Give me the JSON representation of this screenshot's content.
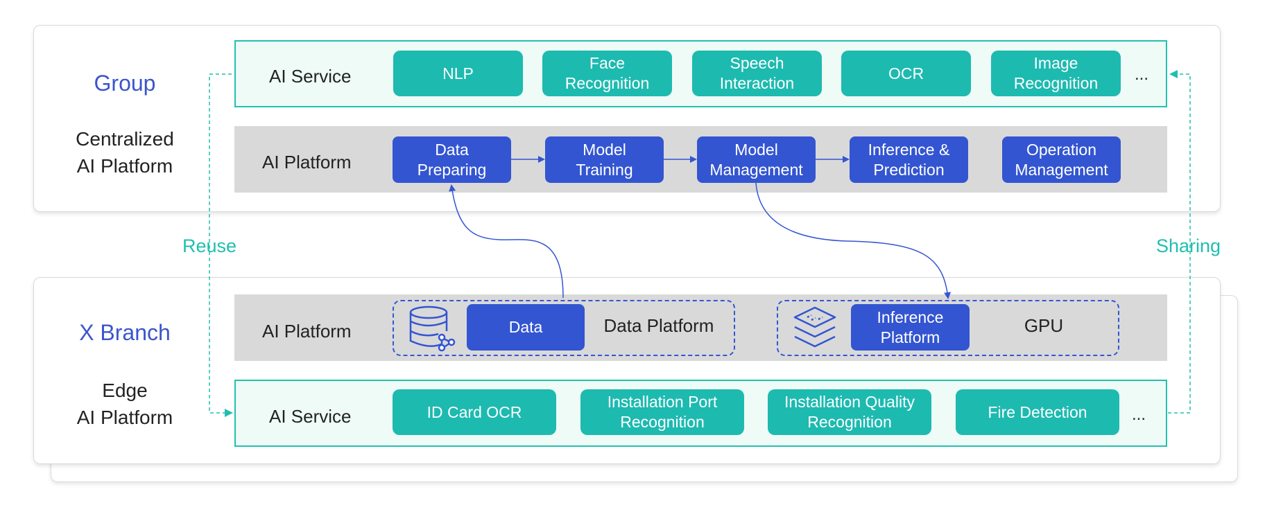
{
  "group": {
    "title": "Group",
    "subtitle": "Centralized\nAI Platform",
    "ai_service": {
      "label": "AI Service",
      "items": [
        "NLP",
        "Face\nRecognition",
        "Speech\nInteraction",
        "OCR",
        "Image\nRecognition"
      ],
      "more": "..."
    },
    "ai_platform": {
      "label": "AI Platform",
      "steps": [
        "Data\nPreparing",
        "Model\nTraining",
        "Model\nManagement",
        "Inference &\nPrediction",
        "Operation\nManagement"
      ]
    }
  },
  "side_labels": {
    "left": "Reuse",
    "right": "Sharing"
  },
  "branch": {
    "title": "X Branch",
    "subtitle": "Edge\nAI Platform",
    "ai_platform": {
      "label": "AI Platform",
      "data_box": "Data",
      "data_platform": "Data Platform",
      "inference_box": "Inference\nPlatform",
      "gpu": "GPU"
    },
    "ai_service": {
      "label": "AI Service",
      "items": [
        "ID Card OCR",
        "Installation Port\nRecognition",
        "Installation Quality\nRecognition",
        "Fire Detection"
      ],
      "more": "..."
    }
  },
  "colors": {
    "teal": "#1dbab0",
    "blue": "#3355d1",
    "title_blue": "#3a55cc",
    "band_gray": "#d9d9d9"
  }
}
